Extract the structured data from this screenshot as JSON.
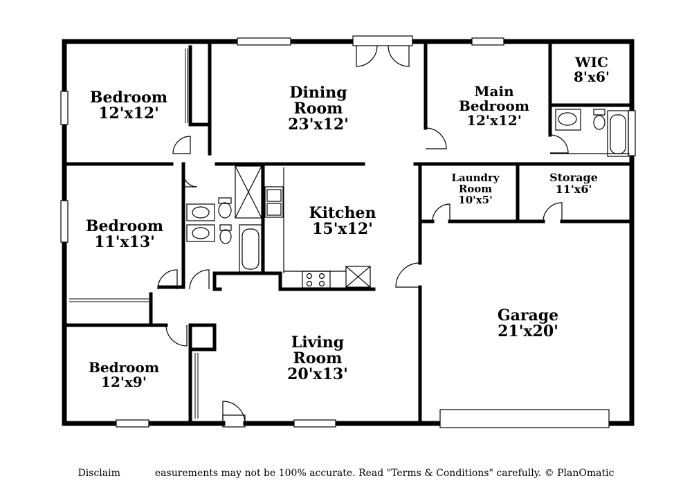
{
  "rooms": {
    "bedroom1": {
      "name": "Bedroom",
      "dims": "12'x12'"
    },
    "dining": {
      "name_line1": "Dining",
      "name_line2": "Room",
      "dims": "23'x12'"
    },
    "main_bedroom": {
      "name_line1": "Main",
      "name_line2": "Bedroom",
      "dims": "12'x12'"
    },
    "wic": {
      "name": "WIC",
      "dims": "8'x6'"
    },
    "bedroom2": {
      "name": "Bedroom",
      "dims": "11'x13'"
    },
    "kitchen": {
      "name": "Kitchen",
      "dims": "15'x12'"
    },
    "laundry": {
      "name_line1": "Laundry",
      "name_line2": "Room",
      "dims": "10'x5'"
    },
    "storage": {
      "name": "Storage",
      "dims": "11'x6'"
    },
    "garage": {
      "name": "Garage",
      "dims": "21'x20'"
    },
    "living": {
      "name_line1": "Living",
      "name_line2": "Room",
      "dims": "20'x13'"
    },
    "bedroom3": {
      "name": "Bedroom",
      "dims": "12'x9'"
    }
  },
  "disclaimer": {
    "left": "Disclaim",
    "right": "easurements may not be 100% accurate. Read \"Terms & Conditions\" carefully. © PlanOmatic"
  }
}
